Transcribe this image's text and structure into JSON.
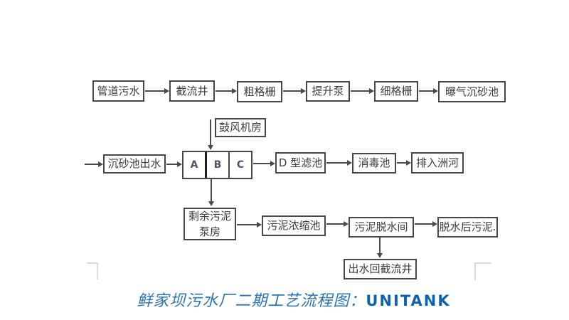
{
  "document": {
    "type": "process-flow-diagram",
    "caption": {
      "cn": "鲜家坝污水厂二期工艺流程图：",
      "en": "UNITANK",
      "color_cn": "#2b74b6",
      "color_en": "#0d63b0"
    }
  },
  "boxes": {
    "pipe_sewage": "管道污水",
    "intercept_well": "截流井",
    "coarse_screen": "粗格栅",
    "lift_pump": "提升泵",
    "fine_screen": "细格栅",
    "aerated_grit": "曝气沉砂池",
    "blower_room": "鼓风机房",
    "grit_outflow": "沉砂池出水",
    "unitank_cell_a": "A",
    "unitank_cell_b": "B",
    "unitank_cell_c": "C",
    "d_filter": "D 型滤池",
    "disinfection": "消毒池",
    "discharge": "排入洲河",
    "sludge_pump_line1": "剩余污泥",
    "sludge_pump_line2": "泵房",
    "thickener": "污泥浓缩池",
    "dewatering_room": "污泥脱水间",
    "dewatered_sludge": "脱水后污泥.",
    "return_well": "出水回截流井"
  },
  "edges": [
    {
      "from": "管道污水",
      "to": "截流井"
    },
    {
      "from": "截流井",
      "to": "粗格栅"
    },
    {
      "from": "粗格栅",
      "to": "提升泵"
    },
    {
      "from": "提升泵",
      "to": "细格栅"
    },
    {
      "from": "细格栅",
      "to": "曝气沉砂池"
    },
    {
      "from": "(进水)",
      "to": "沉砂池出水"
    },
    {
      "from": "沉砂池出水",
      "to": "UNITANK A|B|C"
    },
    {
      "from": "鼓风机房",
      "to": "UNITANK A|B|C"
    },
    {
      "from": "UNITANK A|B|C",
      "to": "D 型滤池"
    },
    {
      "from": "D 型滤池",
      "to": "消毒池"
    },
    {
      "from": "消毒池",
      "to": "排入洲河"
    },
    {
      "from": "UNITANK A|B|C",
      "to": "剩余污泥泵房"
    },
    {
      "from": "剩余污泥泵房",
      "to": "污泥浓缩池"
    },
    {
      "from": "污泥浓缩池",
      "to": "污泥脱水间"
    },
    {
      "from": "污泥脱水间",
      "to": "脱水后污泥."
    },
    {
      "from": "污泥脱水间",
      "to": "出水回截流井"
    }
  ],
  "colors": {
    "box_border": "#474747",
    "box_text": "#3d3d3d",
    "arrow": "#4a4a4a",
    "unitank_divider_thick": "#1d1d1d",
    "corner_mark": "#dcdcdc",
    "background": "#ffffff"
  }
}
